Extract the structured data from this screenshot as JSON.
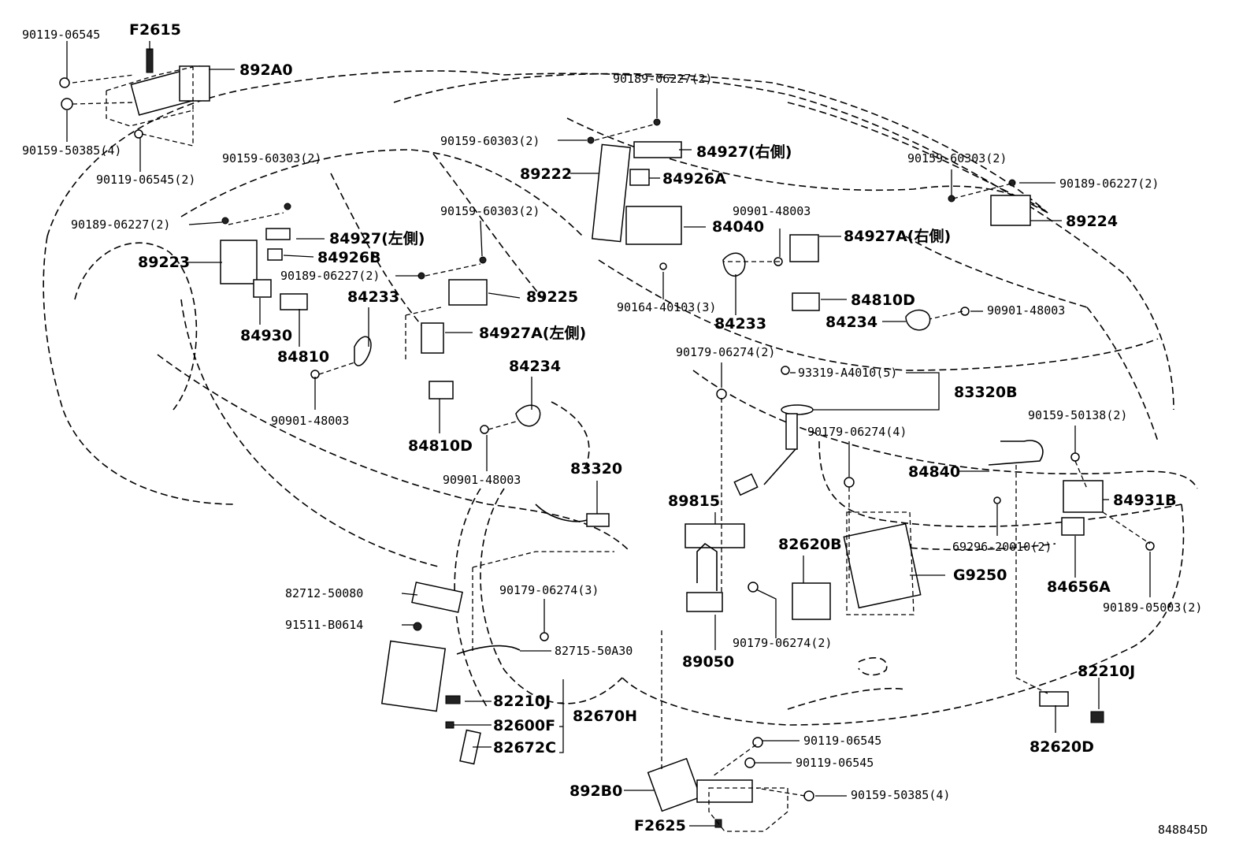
{
  "diagram_code": "848845D",
  "labels": [
    {
      "id": "l1",
      "text": "90119-06545"
    },
    {
      "id": "l2",
      "text": "F2615"
    },
    {
      "id": "l3",
      "text": "892A0"
    },
    {
      "id": "l4",
      "text": "90159-50385(4)"
    },
    {
      "id": "l5",
      "text": "90119-06545(2)"
    },
    {
      "id": "l6",
      "text": "90159-60303(2)"
    },
    {
      "id": "l7",
      "text": "90189-06227(2)"
    },
    {
      "id": "l8",
      "text": "84927(左側)"
    },
    {
      "id": "l9",
      "text": "89223"
    },
    {
      "id": "l10",
      "text": "84926B"
    },
    {
      "id": "l11",
      "text": "84930"
    },
    {
      "id": "l12",
      "text": "84233"
    },
    {
      "id": "l13",
      "text": "84810"
    },
    {
      "id": "l14",
      "text": "90901-48003"
    },
    {
      "id": "l15",
      "text": "90189-06227(2)"
    },
    {
      "id": "l16",
      "text": "90159-60303(2)"
    },
    {
      "id": "l17",
      "text": "84927(右側)"
    },
    {
      "id": "l18",
      "text": "89222"
    },
    {
      "id": "l19",
      "text": "84926A"
    },
    {
      "id": "l20",
      "text": "90159-60303(2)"
    },
    {
      "id": "l21",
      "text": "90189-06227(2)"
    },
    {
      "id": "l22",
      "text": "84040"
    },
    {
      "id": "l23",
      "text": "89225"
    },
    {
      "id": "l24",
      "text": "84927A(左側)"
    },
    {
      "id": "l25",
      "text": "84234"
    },
    {
      "id": "l26",
      "text": "84810D"
    },
    {
      "id": "l27",
      "text": "90901-48003"
    },
    {
      "id": "l28",
      "text": "90164-40103(3)"
    },
    {
      "id": "l29",
      "text": "84233"
    },
    {
      "id": "l30",
      "text": "90901-48003"
    },
    {
      "id": "l31",
      "text": "84927A(右側)"
    },
    {
      "id": "l32",
      "text": "90159-60303(2)"
    },
    {
      "id": "l33",
      "text": "90189-06227(2)"
    },
    {
      "id": "l34",
      "text": "89224"
    },
    {
      "id": "l35",
      "text": "84810D"
    },
    {
      "id": "l36",
      "text": "84234"
    },
    {
      "id": "l37",
      "text": "90901-48003"
    },
    {
      "id": "l38",
      "text": "90179-06274(2)"
    },
    {
      "id": "l39",
      "text": "93319-A4010(5)"
    },
    {
      "id": "l40",
      "text": "83320B"
    },
    {
      "id": "l41",
      "text": "90179-06274(4)"
    },
    {
      "id": "l42",
      "text": "90159-50138(2)"
    },
    {
      "id": "l43",
      "text": "84840"
    },
    {
      "id": "l44",
      "text": "84931B"
    },
    {
      "id": "l45",
      "text": "69296-20010(2)"
    },
    {
      "id": "l46",
      "text": "84656A"
    },
    {
      "id": "l47",
      "text": "90189-05003(2)"
    },
    {
      "id": "l48",
      "text": "83320"
    },
    {
      "id": "l49",
      "text": "89815"
    },
    {
      "id": "l50",
      "text": "82620B"
    },
    {
      "id": "l51",
      "text": "G9250"
    },
    {
      "id": "l52",
      "text": "82712-50080"
    },
    {
      "id": "l53",
      "text": "91511-B0614"
    },
    {
      "id": "l54",
      "text": "90179-06274(3)"
    },
    {
      "id": "l55",
      "text": "82715-50A30"
    },
    {
      "id": "l56",
      "text": "89050"
    },
    {
      "id": "l57",
      "text": "90179-06274(2)"
    },
    {
      "id": "l58",
      "text": "82210J"
    },
    {
      "id": "l59",
      "text": "82600F"
    },
    {
      "id": "l60",
      "text": "82672C"
    },
    {
      "id": "l61",
      "text": "82670H"
    },
    {
      "id": "l62",
      "text": "82210J"
    },
    {
      "id": "l63",
      "text": "82620D"
    },
    {
      "id": "l64",
      "text": "90119-06545"
    },
    {
      "id": "l65",
      "text": "90119-06545"
    },
    {
      "id": "l66",
      "text": "90159-50385(4)"
    },
    {
      "id": "l67",
      "text": "892B0"
    },
    {
      "id": "l68",
      "text": "F2625"
    }
  ]
}
